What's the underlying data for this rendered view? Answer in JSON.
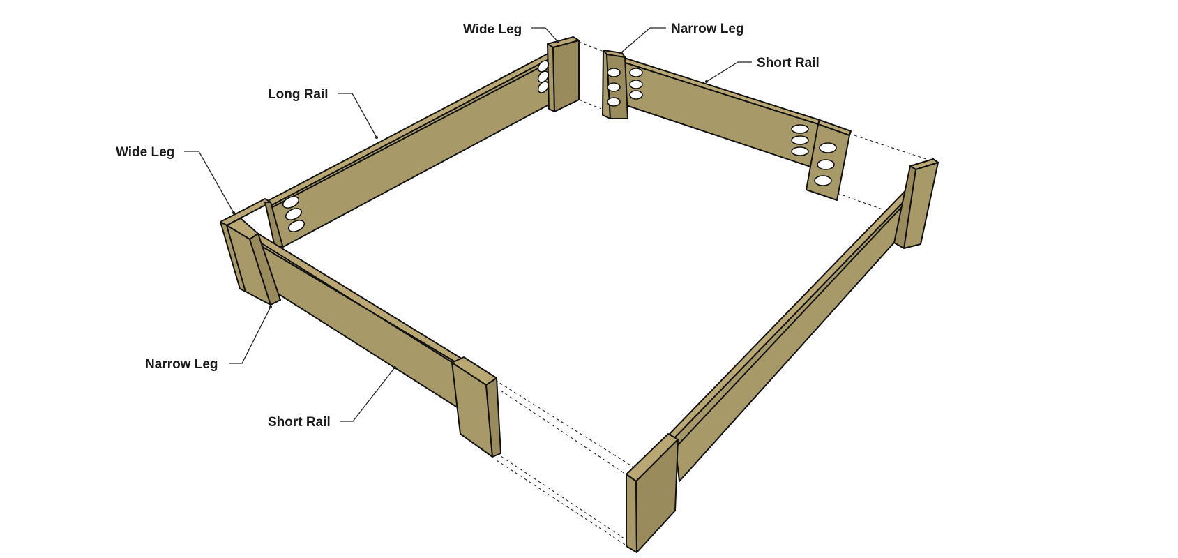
{
  "labels": {
    "wide_leg_top": "Wide Leg",
    "narrow_leg_top": "Narrow Leg",
    "short_rail_top": "Short Rail",
    "long_rail": "Long Rail",
    "wide_leg_left": "Wide Leg",
    "narrow_leg_left": "Narrow Leg",
    "short_rail_bottom": "Short Rail"
  }
}
